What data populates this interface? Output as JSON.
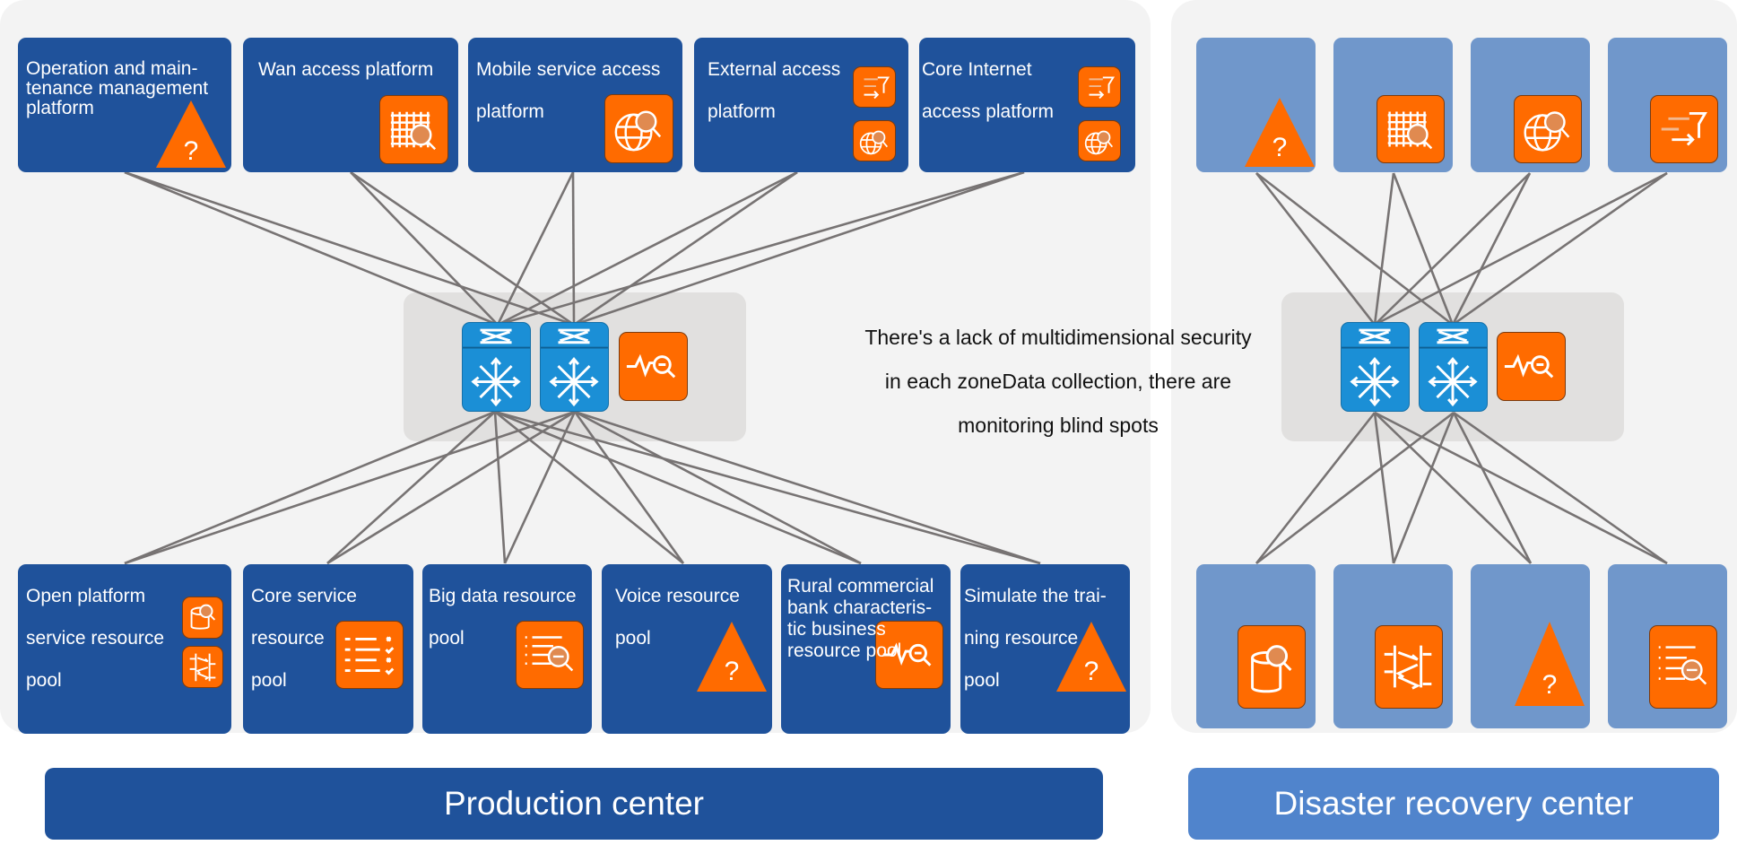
{
  "colors": {
    "production_box": "#1f529b",
    "dr_box": "#7097cb",
    "accent_orange": "#ff6b00",
    "switch_blue": "#1b8fd6",
    "link_gray": "#777373",
    "panel_bg": "#f3f3f3",
    "hub_bg": "#e1e0df",
    "dr_label_bar": "#5084cc"
  },
  "note": "There's a lack of multidimensional security\nin each zoneData collection, there are\nmonitoring blind spots",
  "production": {
    "title": "Production center",
    "top_platforms": [
      {
        "label": "Operation and main-\ntenance management\nplatform",
        "icons": [
          "unknown-risk-triangle-icon"
        ]
      },
      {
        "label": "Wan access platform",
        "icons": [
          "network-grid-inspect-icon"
        ]
      },
      {
        "label": "Mobile service access\nplatform",
        "icons": [
          "globe-inspect-icon"
        ]
      },
      {
        "label": "External access\nplatform",
        "icons": [
          "traffic-filter-icon",
          "globe-inspect-icon"
        ]
      },
      {
        "label": "Core Internet\naccess platform",
        "icons": [
          "traffic-filter-icon",
          "globe-inspect-icon"
        ]
      }
    ],
    "core": {
      "switches": [
        "core-switch-1",
        "core-switch-2"
      ],
      "monitor_icon": "traffic-monitor-icon"
    },
    "resource_pools": [
      {
        "label": "Open platform\nservice resource\npool",
        "icons": [
          "database-inspect-icon",
          "firewall-icon"
        ]
      },
      {
        "label": "Core service\nresource\npool",
        "icons": [
          "checklist-icon"
        ]
      },
      {
        "label": "Big data resource\npool",
        "icons": [
          "log-search-icon"
        ]
      },
      {
        "label": "Voice resource\npool",
        "icons": [
          "unknown-risk-triangle-icon"
        ]
      },
      {
        "label": "Rural commercial\nbank characteris-\ntic business\nresource pool",
        "icons": [
          "traffic-monitor-icon"
        ]
      },
      {
        "label": "Simulate the trai-\nning resource\npool",
        "icons": [
          "unknown-risk-triangle-icon"
        ]
      }
    ]
  },
  "disaster_recovery": {
    "title": "Disaster recovery center",
    "top_platforms": [
      {
        "icons": [
          "unknown-risk-triangle-icon"
        ]
      },
      {
        "icons": [
          "network-grid-inspect-icon"
        ]
      },
      {
        "icons": [
          "globe-inspect-icon"
        ]
      },
      {
        "icons": [
          "traffic-filter-icon"
        ]
      }
    ],
    "core": {
      "switches": [
        "core-switch-1",
        "core-switch-2"
      ],
      "monitor_icon": "traffic-monitor-icon"
    },
    "resource_pools": [
      {
        "icons": [
          "database-inspect-icon"
        ]
      },
      {
        "icons": [
          "firewall-icon"
        ]
      },
      {
        "icons": [
          "unknown-risk-triangle-icon"
        ]
      },
      {
        "icons": [
          "log-search-icon"
        ]
      }
    ]
  }
}
